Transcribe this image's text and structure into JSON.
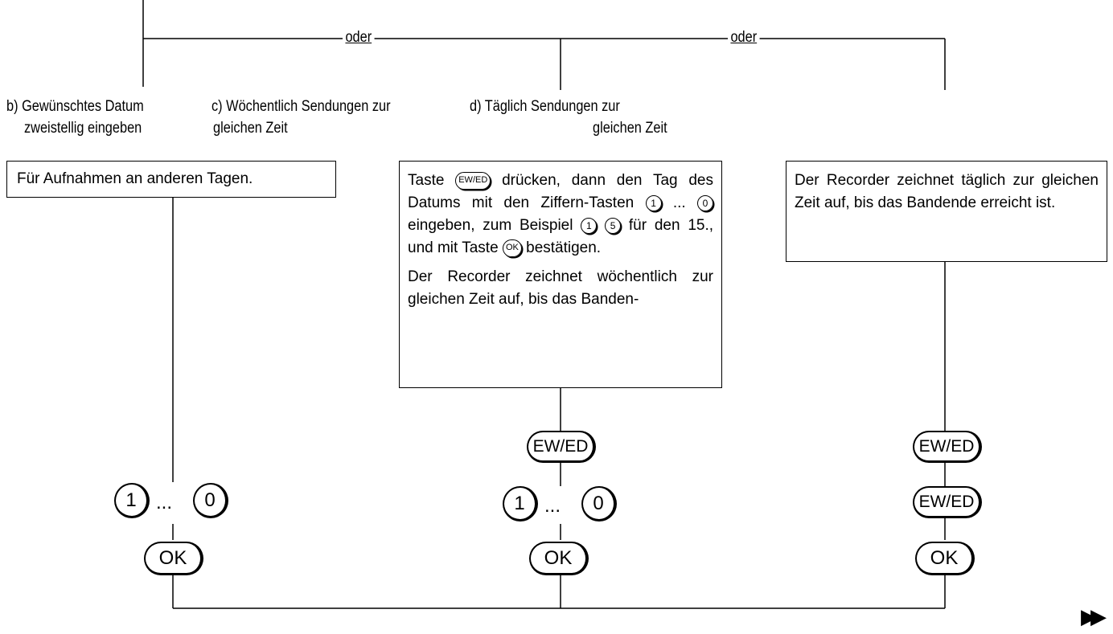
{
  "connectors": {
    "oder_1": "oder",
    "oder_2": "oder"
  },
  "options": {
    "b": {
      "line1": "b) Gewünschtes Datum",
      "line2": "zweistellig eingeben"
    },
    "c": {
      "line1": "c) Wöchentlich Sendungen zur",
      "line2": "gleichen Zeit"
    },
    "d": {
      "line1": "d) Täglich Sendungen zur",
      "line2": "gleichen Zeit"
    }
  },
  "boxes": {
    "b": {
      "text": "Für Aufnahmen an anderen Tagen."
    },
    "c": {
      "p1_a": "Taste",
      "p1_key": "EW/ED",
      "p1_b": "drücken, dann den Tag des Datums mit den Ziffern-Tasten",
      "p1_k1": "1",
      "p1_dots": "...",
      "p1_k2": "0",
      "p1_c": "eingeben, zum Beispiel",
      "p1_k3": "1",
      "p1_k4": "5",
      "p1_d": "für den 15., und mit Taste",
      "p1_k5": "OK",
      "p1_e": "bestätigen.",
      "p2": "Der Recorder zeichnet wöchentlich zur gleichen Zeit auf, bis das Banden-"
    },
    "d": {
      "text": "Der Recorder zeichnet täglich zur gleichen Zeit auf, bis das Bandende erreicht ist."
    }
  },
  "keys": {
    "ewed": "EW/ED",
    "one": "1",
    "zero": "0",
    "dots": "...",
    "ok": "OK"
  },
  "continue_icon": "double-arrow-right-icon",
  "continue_glyph": "▶▶"
}
